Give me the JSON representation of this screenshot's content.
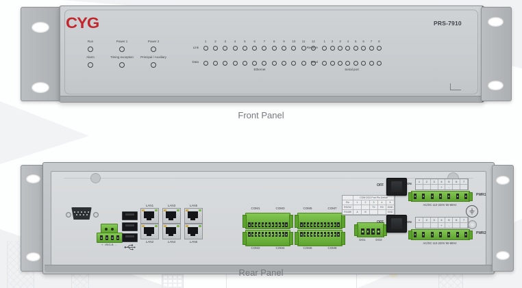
{
  "page": {
    "front_caption": "Front Panel",
    "rear_caption": "Rear Panel"
  },
  "front_panel": {
    "logo": "CYG",
    "model": "PRS-7910",
    "status_leds": {
      "row1": [
        "Run",
        "Power 1",
        "Power 2"
      ],
      "row2": [
        "Alarm",
        "Timing exception",
        "Principal / Auxiliary"
      ]
    },
    "ethernet": {
      "link_label": "Link",
      "data_label": "Data",
      "group_label": "Ethernet",
      "channels": [
        "1",
        "2",
        "3",
        "4",
        "5",
        "6",
        "7",
        "8",
        "9",
        "10",
        "11",
        "12"
      ]
    },
    "serial": {
      "receive_label": "Receive",
      "send_label": "Send",
      "group_label": "Serial port",
      "channels": [
        "1",
        "2",
        "3",
        "4",
        "5",
        "6",
        "7",
        "8"
      ]
    }
  },
  "rear_panel": {
    "irig": {
      "plus": "+",
      "label": "IRIG-B",
      "minus": "-"
    },
    "usb_icon": "usb-icon",
    "lan": {
      "top": [
        "LAN1",
        "LAN3",
        "LAN5"
      ],
      "bottom": [
        "LAN2",
        "LAN4",
        "LAN6"
      ]
    },
    "com_groups": [
      {
        "top": [
          "COM1",
          "COM3"
        ],
        "bottom": [
          "COM2",
          "COM4"
        ]
      },
      {
        "top": [
          "COM5",
          "COM7"
        ],
        "bottom": [
          "COM6",
          "COM8"
        ]
      }
    ],
    "pin_table": {
      "title": "COM DO2 Port Pin Define",
      "row_header": "Pin",
      "columns": [
        "1",
        "2",
        "3",
        "4",
        "5"
      ],
      "rows": [
        {
          "name": "RS232",
          "cells": [
            "",
            "",
            "TX",
            "RX",
            "GND"
          ]
        },
        {
          "name": "RS485",
          "cells": [
            "A",
            "B",
            "",
            "",
            "GND"
          ]
        }
      ]
    },
    "do": {
      "labels": [
        "DO1",
        "DO2"
      ]
    },
    "switch_label": "OFF",
    "power": {
      "on_label": "ON",
      "terminals": [
        "1",
        "2",
        "3",
        "4",
        "5",
        "6",
        "7"
      ],
      "symbols": [
        "",
        "",
        "",
        "+",
        "-",
        "",
        ""
      ],
      "rating": "AC/DC  110-220V  50-60Hz",
      "modules": [
        "PWR1",
        "PWR2"
      ]
    },
    "ground_icon": "earth-ground-icon"
  },
  "colors": {
    "logo_red": "#c1272d",
    "connector_green": "#6fb63e",
    "panel_gray": "#c9cdd0",
    "label_gray": "#3e4246"
  }
}
